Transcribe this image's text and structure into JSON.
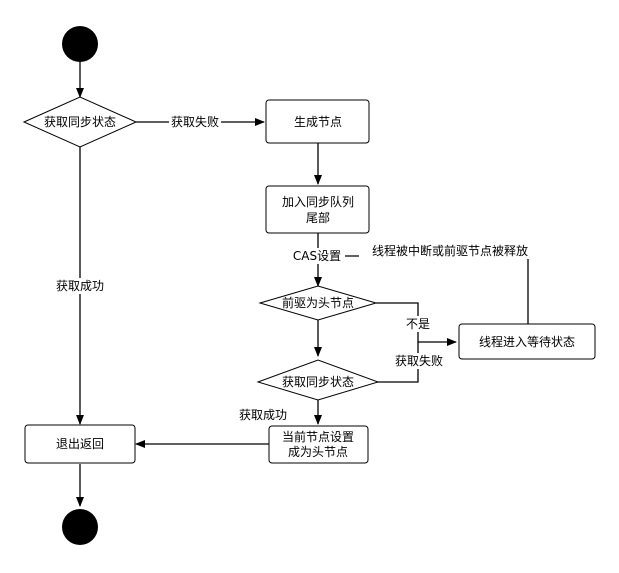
{
  "nodes": {
    "acquire_sync_state_1": "获取同步状态",
    "generate_node": "生成节点",
    "append_tail_line1": "加入同步队列",
    "append_tail_line2": "尾部",
    "predecessor_is_head": "前驱为头节点",
    "thread_wait_state": "线程进入等待状态",
    "acquire_sync_state_2": "获取同步状态",
    "set_head_line1": "当前节点设置",
    "set_head_line2": "成为头节点",
    "exit_return": "退出返回"
  },
  "edge_labels": {
    "acquire_failed_1": "获取失败",
    "acquire_success_1": "获取成功",
    "cas_set": "CAS设置",
    "interrupted_or_woken": "线程被中断或前驱节点被释放",
    "not_yes": "不是",
    "acquire_failed_2": "获取失败",
    "acquire_success_2": "获取成功"
  }
}
